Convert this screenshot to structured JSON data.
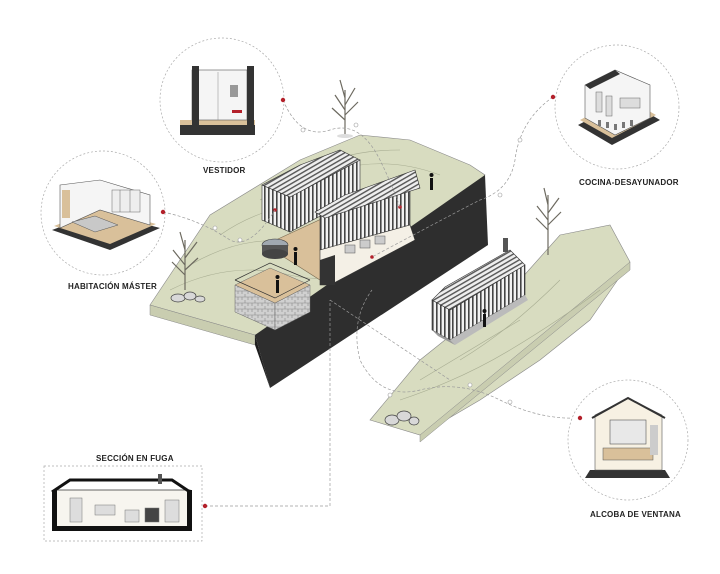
{
  "labels": {
    "vestidor": "VESTIDOR",
    "cocina": "COCINA-DESAYUNADOR",
    "habitacion": "HABITACIÓN MÁSTER",
    "seccion": "SECCIÓN EN FUGA",
    "alcoba": "ALCOBA DE VENTANA"
  },
  "colors": {
    "terrain": "#d8dcc0",
    "section": "#2e2e2e",
    "wood": "#d9c09a",
    "accent": "#b3202a",
    "line": "#9a9a9a"
  }
}
